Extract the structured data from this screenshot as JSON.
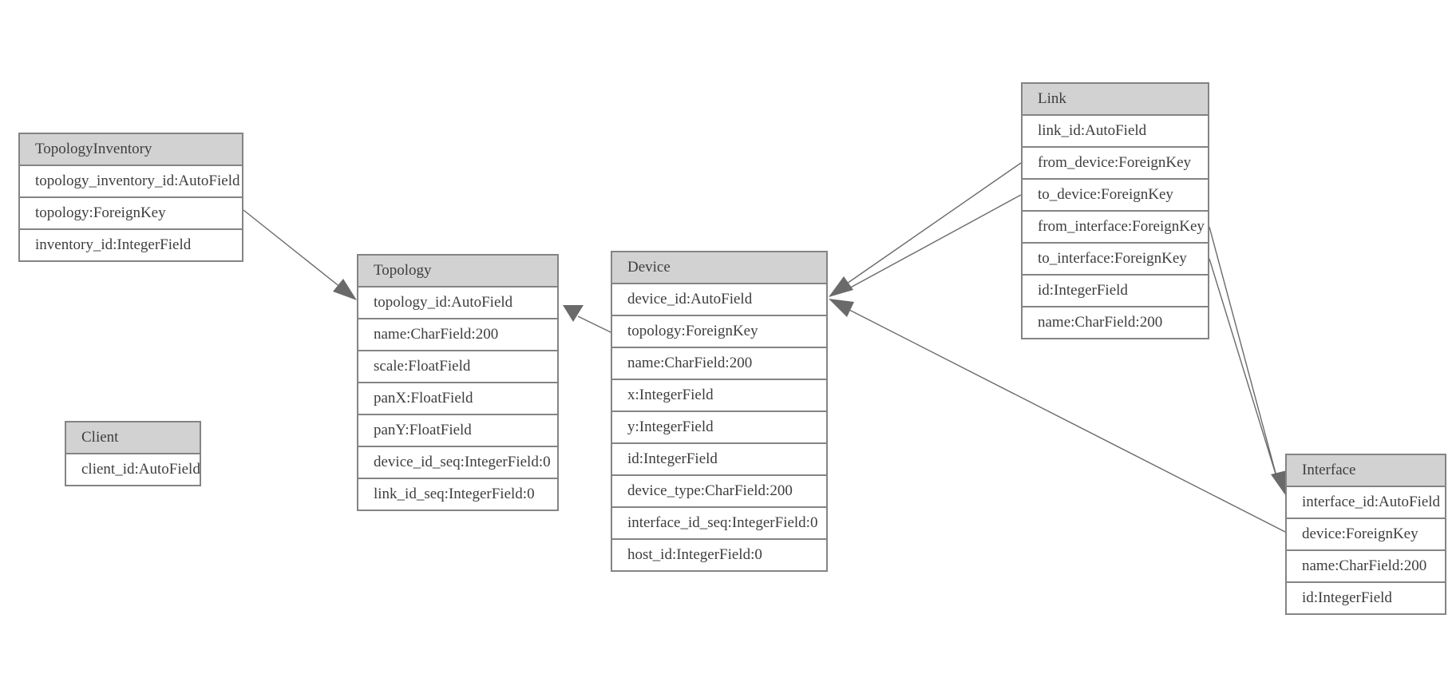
{
  "diagram": {
    "entities": {
      "topologyInventory": {
        "title": "TopologyInventory",
        "fields": [
          "topology_inventory_id:AutoField",
          "topology:ForeignKey",
          "inventory_id:IntegerField"
        ]
      },
      "topology": {
        "title": "Topology",
        "fields": [
          "topology_id:AutoField",
          "name:CharField:200",
          "scale:FloatField",
          "panX:FloatField",
          "panY:FloatField",
          "device_id_seq:IntegerField:0",
          "link_id_seq:IntegerField:0"
        ]
      },
      "client": {
        "title": "Client",
        "fields": [
          "client_id:AutoField"
        ]
      },
      "device": {
        "title": "Device",
        "fields": [
          "device_id:AutoField",
          "topology:ForeignKey",
          "name:CharField:200",
          "x:IntegerField",
          "y:IntegerField",
          "id:IntegerField",
          "device_type:CharField:200",
          "interface_id_seq:IntegerField:0",
          "host_id:IntegerField:0"
        ]
      },
      "link": {
        "title": "Link",
        "fields": [
          "link_id:AutoField",
          "from_device:ForeignKey",
          "to_device:ForeignKey",
          "from_interface:ForeignKey",
          "to_interface:ForeignKey",
          "id:IntegerField",
          "name:CharField:200"
        ]
      },
      "interface": {
        "title": "Interface",
        "fields": [
          "interface_id:AutoField",
          "device:ForeignKey",
          "name:CharField:200",
          "id:IntegerField"
        ]
      }
    },
    "relations": [
      {
        "source": "TopologyInventory.topology",
        "target": "Topology.topology_id"
      },
      {
        "source": "Device.topology",
        "target": "Topology.topology_id"
      },
      {
        "source": "Link.from_device",
        "target": "Device.device_id"
      },
      {
        "source": "Link.to_device",
        "target": "Device.device_id"
      },
      {
        "source": "Link.from_interface",
        "target": "Interface.interface_id"
      },
      {
        "source": "Link.to_interface",
        "target": "Interface.interface_id"
      },
      {
        "source": "Interface.device",
        "target": "Device.device_id"
      }
    ],
    "colors": {
      "header_fill": "#d2d2d2",
      "border": "#848484",
      "text": "#3e3e3e",
      "edge": "#6a6a6a"
    }
  }
}
